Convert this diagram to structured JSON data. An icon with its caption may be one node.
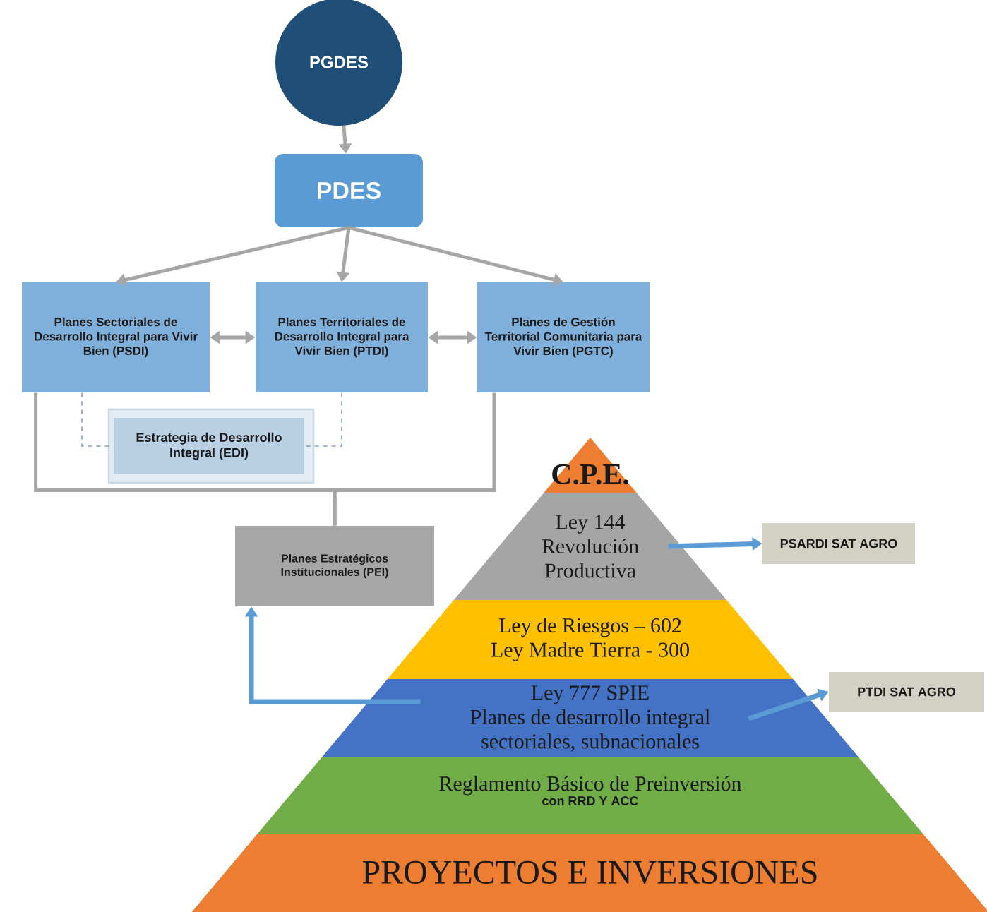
{
  "diagram": {
    "nodes": [
      {
        "text": [
          "PGDES"
        ]
      },
      {
        "text": [
          "PDES"
        ]
      },
      {
        "text": [
          "Planes Sectoriales de Desarrollo Integral para Vivir Bien (PSDI)"
        ]
      },
      {
        "text": [
          "Planes Territoriales de Desarrollo Integral para Vivir Bien (PTDI)"
        ]
      },
      {
        "text": [
          "Planes de Gestión Territorial Comunitaria para Vivir Bien (PGTC)"
        ]
      },
      {
        "text": [
          "Estrategia de Desarrollo Integral (EDI)"
        ]
      },
      {
        "text": [
          "Planes Estratégicos Institucionales (PEI)"
        ]
      },
      {
        "text": [
          "C.P.E."
        ]
      },
      {
        "text": [
          "Ley 144 Revolución Productiva"
        ]
      },
      {
        "text": [
          "Ley de Riesgos – 602",
          "Ley Madre Tierra - 300"
        ]
      },
      {
        "text": [
          "Ley 777 SPIE",
          "Planes de desarrollo integral sectoriales, subnacionales"
        ]
      },
      {
        "text": [
          "Reglamento Básico de Preinversión",
          "con RRD Y ACC"
        ]
      },
      {
        "text": [
          "PROYECTOS E INVERSIONES"
        ]
      },
      {
        "text": [
          "PSARDI SAT AGRO"
        ]
      },
      {
        "text": [
          "PTDI SAT AGRO"
        ]
      }
    ],
    "edges": [
      {
        "from": 0,
        "to": 1,
        "arrow": "to"
      },
      {
        "from": 1,
        "to": 2,
        "arrow": "to"
      },
      {
        "from": 1,
        "to": 3,
        "arrow": "to"
      },
      {
        "from": 1,
        "to": 4,
        "arrow": "to"
      },
      {
        "from": 2,
        "to": 3,
        "arrow": "both"
      },
      {
        "from": 3,
        "to": 4,
        "arrow": "both"
      },
      {
        "from": 2,
        "to": 5,
        "arrow": "none",
        "style": "dashed"
      },
      {
        "from": 3,
        "to": 5,
        "arrow": "none",
        "style": "dashed"
      },
      {
        "from": 2,
        "to": 6,
        "arrow": "none"
      },
      {
        "from": 4,
        "to": 6,
        "arrow": "none"
      },
      {
        "from": 8,
        "to": 13,
        "arrow": "to",
        "color": "#5b9bd5"
      },
      {
        "from": 10,
        "to": 14,
        "arrow": "to",
        "color": "#5b9bd5"
      },
      {
        "from": 10,
        "to": 6,
        "arrow": "to",
        "color": "#5b9bd5"
      }
    ]
  }
}
